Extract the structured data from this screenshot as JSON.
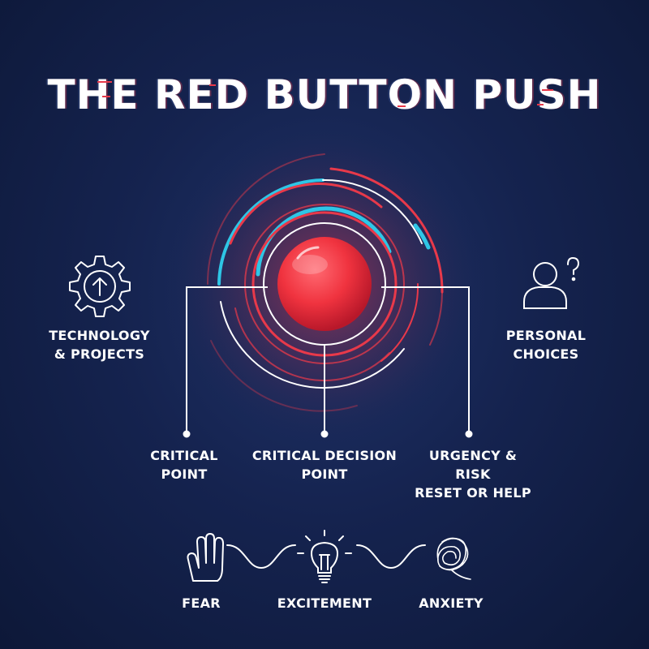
{
  "title": "THE RED BUTTON PUSH",
  "colors": {
    "background": "#15234f",
    "accent_red": "#e8394a",
    "accent_blue": "#2ec6e6",
    "line_white": "#ffffff"
  },
  "side_labels": {
    "left": {
      "line1": "TECHNOLOGY",
      "line2": "& PROJECTS",
      "icon": "gear-upload-icon"
    },
    "right": {
      "line1": "PERSONAL",
      "line2": "CHOICES",
      "icon": "person-question-icon"
    }
  },
  "callouts": {
    "left": {
      "line1": "CRITICAL",
      "line2": "POINT"
    },
    "center": {
      "line1": "CRITICAL DECISION POINT"
    },
    "right": {
      "line1": "URGENCY & RISK",
      "line2": "RESET OR HELP"
    }
  },
  "emotions": [
    {
      "label": "FEAR",
      "icon": "raised-hand-icon"
    },
    {
      "label": "EXCITEMENT",
      "icon": "lightbulb-icon"
    },
    {
      "label": "ANXIETY",
      "icon": "tangled-scribble-icon"
    }
  ]
}
